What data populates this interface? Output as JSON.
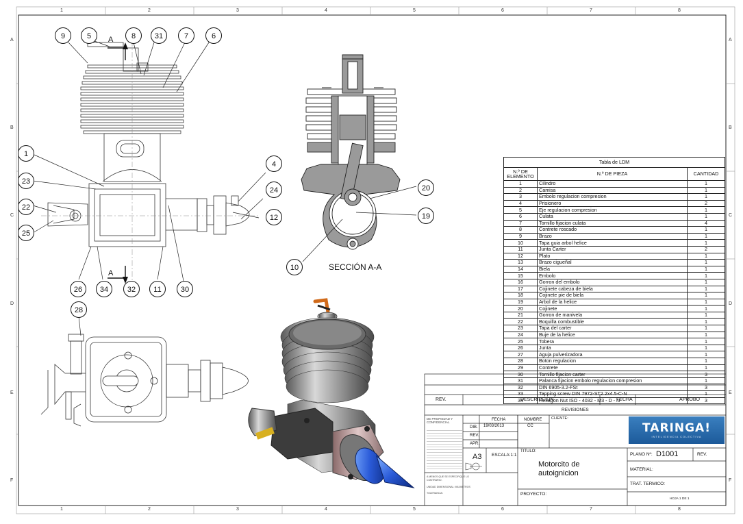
{
  "zones": {
    "top": [
      "1",
      "2",
      "3",
      "4",
      "5",
      "6",
      "7",
      "8"
    ],
    "side": [
      "A",
      "B",
      "C",
      "D",
      "E",
      "F"
    ]
  },
  "balloons": [
    "9",
    "5",
    "8",
    "31",
    "7",
    "6",
    "1",
    "23",
    "22",
    "25",
    "26",
    "34",
    "32",
    "11",
    "30",
    "4",
    "24",
    "12",
    "20",
    "19",
    "10",
    "28"
  ],
  "section_marker": "A",
  "section_label": "SECCIÓN A-A",
  "bom": {
    "title": "Tabla de LDM",
    "headers": [
      "N.º DE ELEMENTO",
      "N.º DE PIEZA",
      "CANTIDAD"
    ],
    "rows": [
      [
        "1",
        "Cilindro",
        "1"
      ],
      [
        "2",
        "Camisa",
        "1"
      ],
      [
        "3",
        "Embolo regulacion compresion",
        "1"
      ],
      [
        "4",
        "Prisionero",
        "2"
      ],
      [
        "5",
        "Eje regulacion compresion",
        "1"
      ],
      [
        "6",
        "Culata",
        "1"
      ],
      [
        "7",
        "Tornillo fijacion culata",
        "4"
      ],
      [
        "8",
        "Contrete roscado",
        "1"
      ],
      [
        "9",
        "Brazo",
        "1"
      ],
      [
        "10",
        "Tapa guia arbol helice",
        "1"
      ],
      [
        "11",
        "Junta Carter",
        "2"
      ],
      [
        "12",
        "Plato",
        "1"
      ],
      [
        "13",
        "Brazo cigueñal",
        "1"
      ],
      [
        "14",
        "Biela",
        "1"
      ],
      [
        "15",
        "Embolo",
        "1"
      ],
      [
        "16",
        "Gorron del embolo",
        "1"
      ],
      [
        "17",
        "Cojinete cabeza de biela",
        "1"
      ],
      [
        "18",
        "Cojinete pie de biela",
        "1"
      ],
      [
        "19",
        "Arbol de la helice",
        "1"
      ],
      [
        "20",
        "Cojinete",
        "1"
      ],
      [
        "21",
        "Gorron de manivela",
        "1"
      ],
      [
        "22",
        "Boquilla combustible",
        "1"
      ],
      [
        "23",
        "Tapa del carter",
        "1"
      ],
      [
        "24",
        "Buje de la helice",
        "1"
      ],
      [
        "25",
        "Tobera",
        "1"
      ],
      [
        "26",
        "Junta",
        "1"
      ],
      [
        "27",
        "Aguja pulverizadora",
        "1"
      ],
      [
        "28",
        "Boton regulacion",
        "1"
      ],
      [
        "29",
        "Contrete",
        "1"
      ],
      [
        "30",
        "Tornillo fijacion carter",
        "3"
      ],
      [
        "31",
        "Palanca fijacion embolo regulacion compresion",
        "1"
      ],
      [
        "32",
        "DIN 6905-3.2-FSt",
        "3"
      ],
      [
        "33",
        "Tapping screw DIN 7972-ST2.2x4.5-C-N",
        "1"
      ],
      [
        "34",
        "Hexagon Nut ISO - 4032 - M3 - D - N",
        "3"
      ]
    ]
  },
  "title_block": {
    "rev_header": "REV.",
    "descripcion_header": "DESCRIPCION",
    "fecha_header": "FECHA",
    "aprobo_header": "APROBO",
    "revisiones": "REVISIONES",
    "propiedad": "DE PROPIEDAD Y CONFIDENCIAL",
    "fecha_col": "FECHA",
    "nombre_col": "NOMBRE",
    "dib": "DIB.",
    "dib_fecha": "19/03/2013",
    "dib_nombre": "CC",
    "rev_row": "REV.",
    "apr_row": "APR.",
    "cliente": "CLIENTE:",
    "size": "A3",
    "escala": "ESCALA:1:1",
    "titulo_label": "TITULO:",
    "title_line1": "Motorcito de",
    "title_line2": "autoignicion",
    "plano_label": "PLANO Nº:",
    "plano_value": "D1001",
    "rev_label": "REV.",
    "material": "MATERIAL:",
    "trat": "TRAT. TERMICO:",
    "proyecto": "PROYECTO:",
    "hoja": "HOJA 1 DE 1",
    "note1": "A MENOS QUE SE ESPECIFIQUE LO CONTRARIO.",
    "note2": "UNIDAD DIMENSIONAL: MILIMETROS",
    "tolerancia": "TOLERANCIA:",
    "logo": "TARINGA!",
    "logo_sub": "INTELIGENCIA COLECTIVA"
  }
}
